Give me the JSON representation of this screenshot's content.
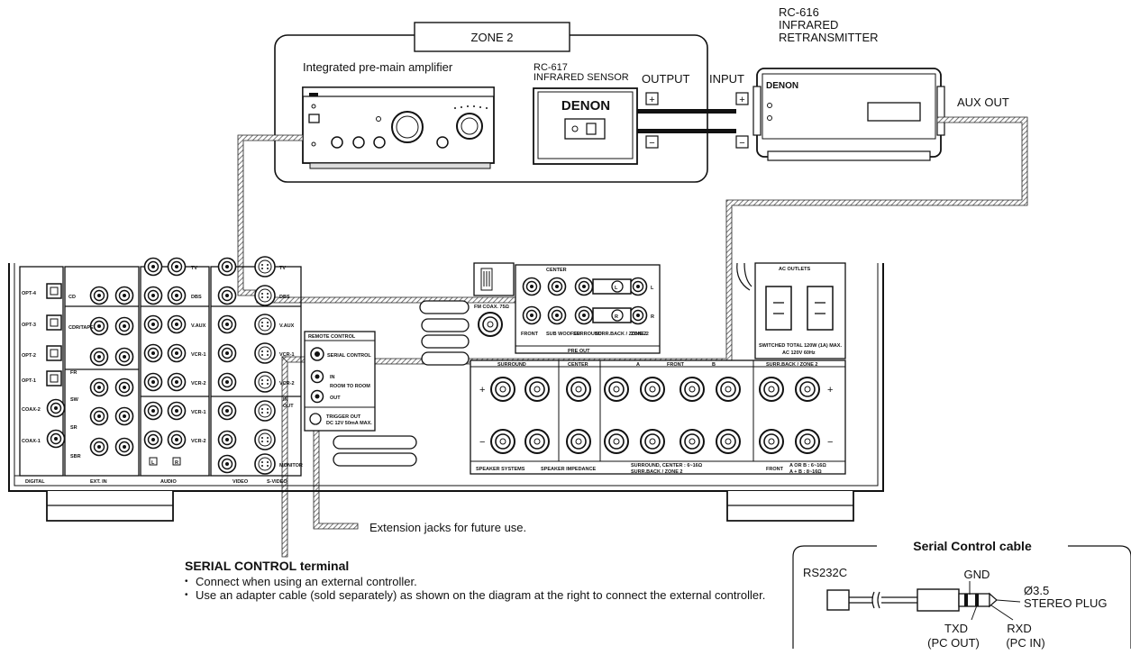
{
  "zone2": {
    "title": "ZONE 2",
    "amp_label": "Integrated pre-main amplifier",
    "sensor_model": "RC-617",
    "sensor_name": "INFRARED SENSOR",
    "brand": "DENON",
    "output_label": "OUTPUT",
    "input_label": "INPUT",
    "plus": "+",
    "minus": "−"
  },
  "retransmitter": {
    "model": "RC-616",
    "line1": "INFRARED",
    "line2": "RETRANSMITTER",
    "aux_out": "AUX OUT"
  },
  "receiver": {
    "remote_control": "REMOTE CONTROL",
    "serial_control": "SERIAL CONTROL",
    "in": "IN",
    "room_to_room": "ROOM TO ROOM",
    "out": "OUT",
    "trigger_out": "TRIGGER OUT",
    "trigger_spec": "DC 12V 50mA MAX.",
    "ac_outlets": "AC OUTLETS",
    "switched": "SWITCHED TOTAL 120W (1A) MAX.",
    "ac_spec": "AC 120V 60Hz",
    "center": "CENTER",
    "front": "FRONT",
    "sub_woofer": "SUB WOOFER",
    "surround": "SURROUND",
    "surr_back": "SURR.BACK / ZONE 2",
    "zone2": "ZONE 2",
    "pre_out": "PRE OUT",
    "fm_coax": "FM COAX. 75Ω",
    "digital": "DIGITAL",
    "ext_in": "EXT. IN",
    "audio": "AUDIO",
    "video": "VIDEO",
    "s_video": "S-VIDEO",
    "speaker_systems": "SPEAKER SYSTEMS",
    "speaker_impedance": "SPEAKER IMPEDANCE",
    "imp_surround": "SURROUND, CENTER : 6~16Ω",
    "imp_surrback": "SURR.BACK / ZONE 2",
    "imp_front": "FRONT",
    "imp_ab": "A OR B : 6~16Ω",
    "imp_aplusb": "A + B : 8~16Ω",
    "inputs_left": [
      "OPT-4",
      "OPT-3",
      "OPT-2",
      "OPT-1",
      "COAX-2",
      "COAX-1"
    ],
    "inputs_mid": [
      "CD",
      "CDR/TAPE",
      "FR",
      "SW",
      "SR",
      "SBR"
    ],
    "inputs_audio": [
      "TV",
      "DBS",
      "V.AUX",
      "VCR-1",
      "VCR-2",
      "VCR-1",
      "VCR-2"
    ],
    "inputs_video": [
      "TV",
      "DBS",
      "V.AUX",
      "VCR-1",
      "VCR-2",
      "IN",
      "OUT",
      "MONITOR"
    ],
    "letters": [
      "L",
      "R",
      "A",
      "B"
    ]
  },
  "extension_note": "Extension jacks for future use.",
  "serial_section": {
    "heading": "SERIAL CONTROL terminal",
    "bullet": "•",
    "item1": "Connect when using an external controller.",
    "item2": "Use an adapter cable (sold separately) as shown on the diagram at the right to connect the external controller."
  },
  "cable": {
    "title": "Serial Control cable",
    "rs232c": "RS232C",
    "gnd": "GND",
    "plug_size": "Ø3.5",
    "plug_type": "STEREO PLUG",
    "txd": "TXD",
    "txd_sub": "(PC OUT)",
    "rxd": "RXD",
    "rxd_sub": "(PC IN)"
  }
}
